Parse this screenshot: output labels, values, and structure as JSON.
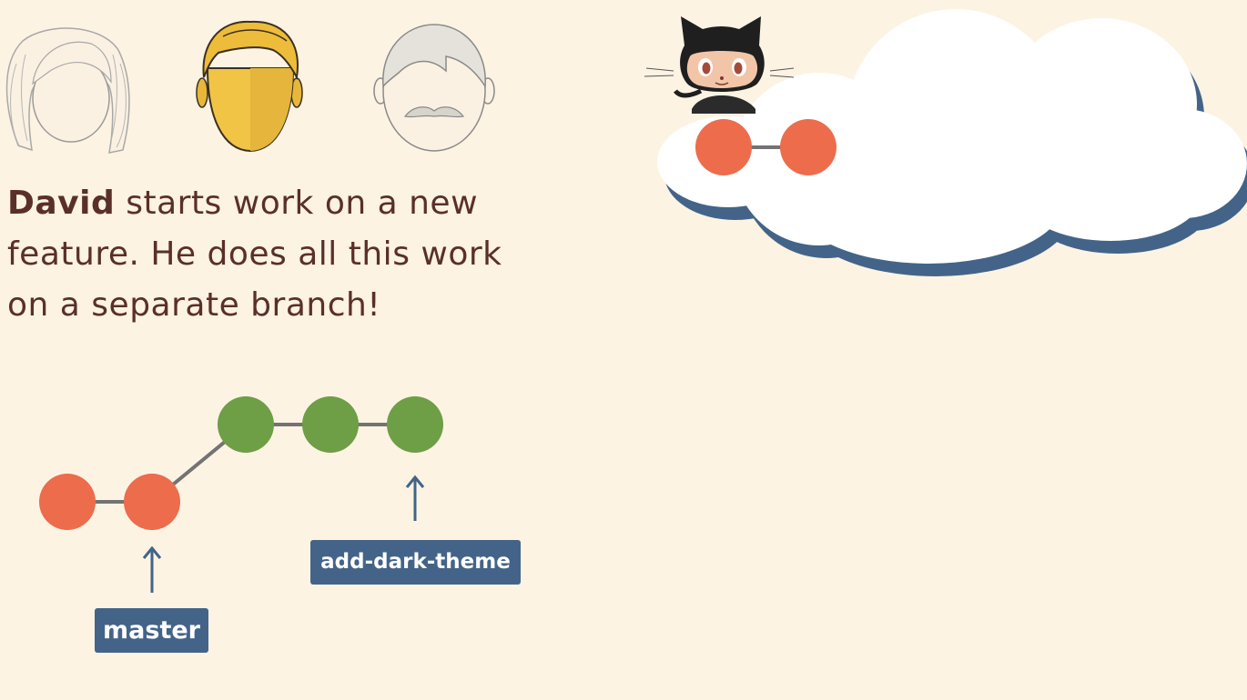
{
  "caption": {
    "name": "David",
    "line1_rest": " starts work on a new",
    "line2": "feature.  He does all this work",
    "line3": "on a separate branch!"
  },
  "labels": {
    "master": "master",
    "feature_branch": "add-dark-theme"
  },
  "graph": {
    "commit_color_master": "#ec6c4c",
    "commit_color_feature": "#6e9e45",
    "line_color": "#737373",
    "label_color": "#436488"
  },
  "icons": [
    "woman-face-outline-icon",
    "man-face-yellow-icon",
    "old-man-mustache-icon",
    "octocat-icon",
    "cloud-icon"
  ]
}
